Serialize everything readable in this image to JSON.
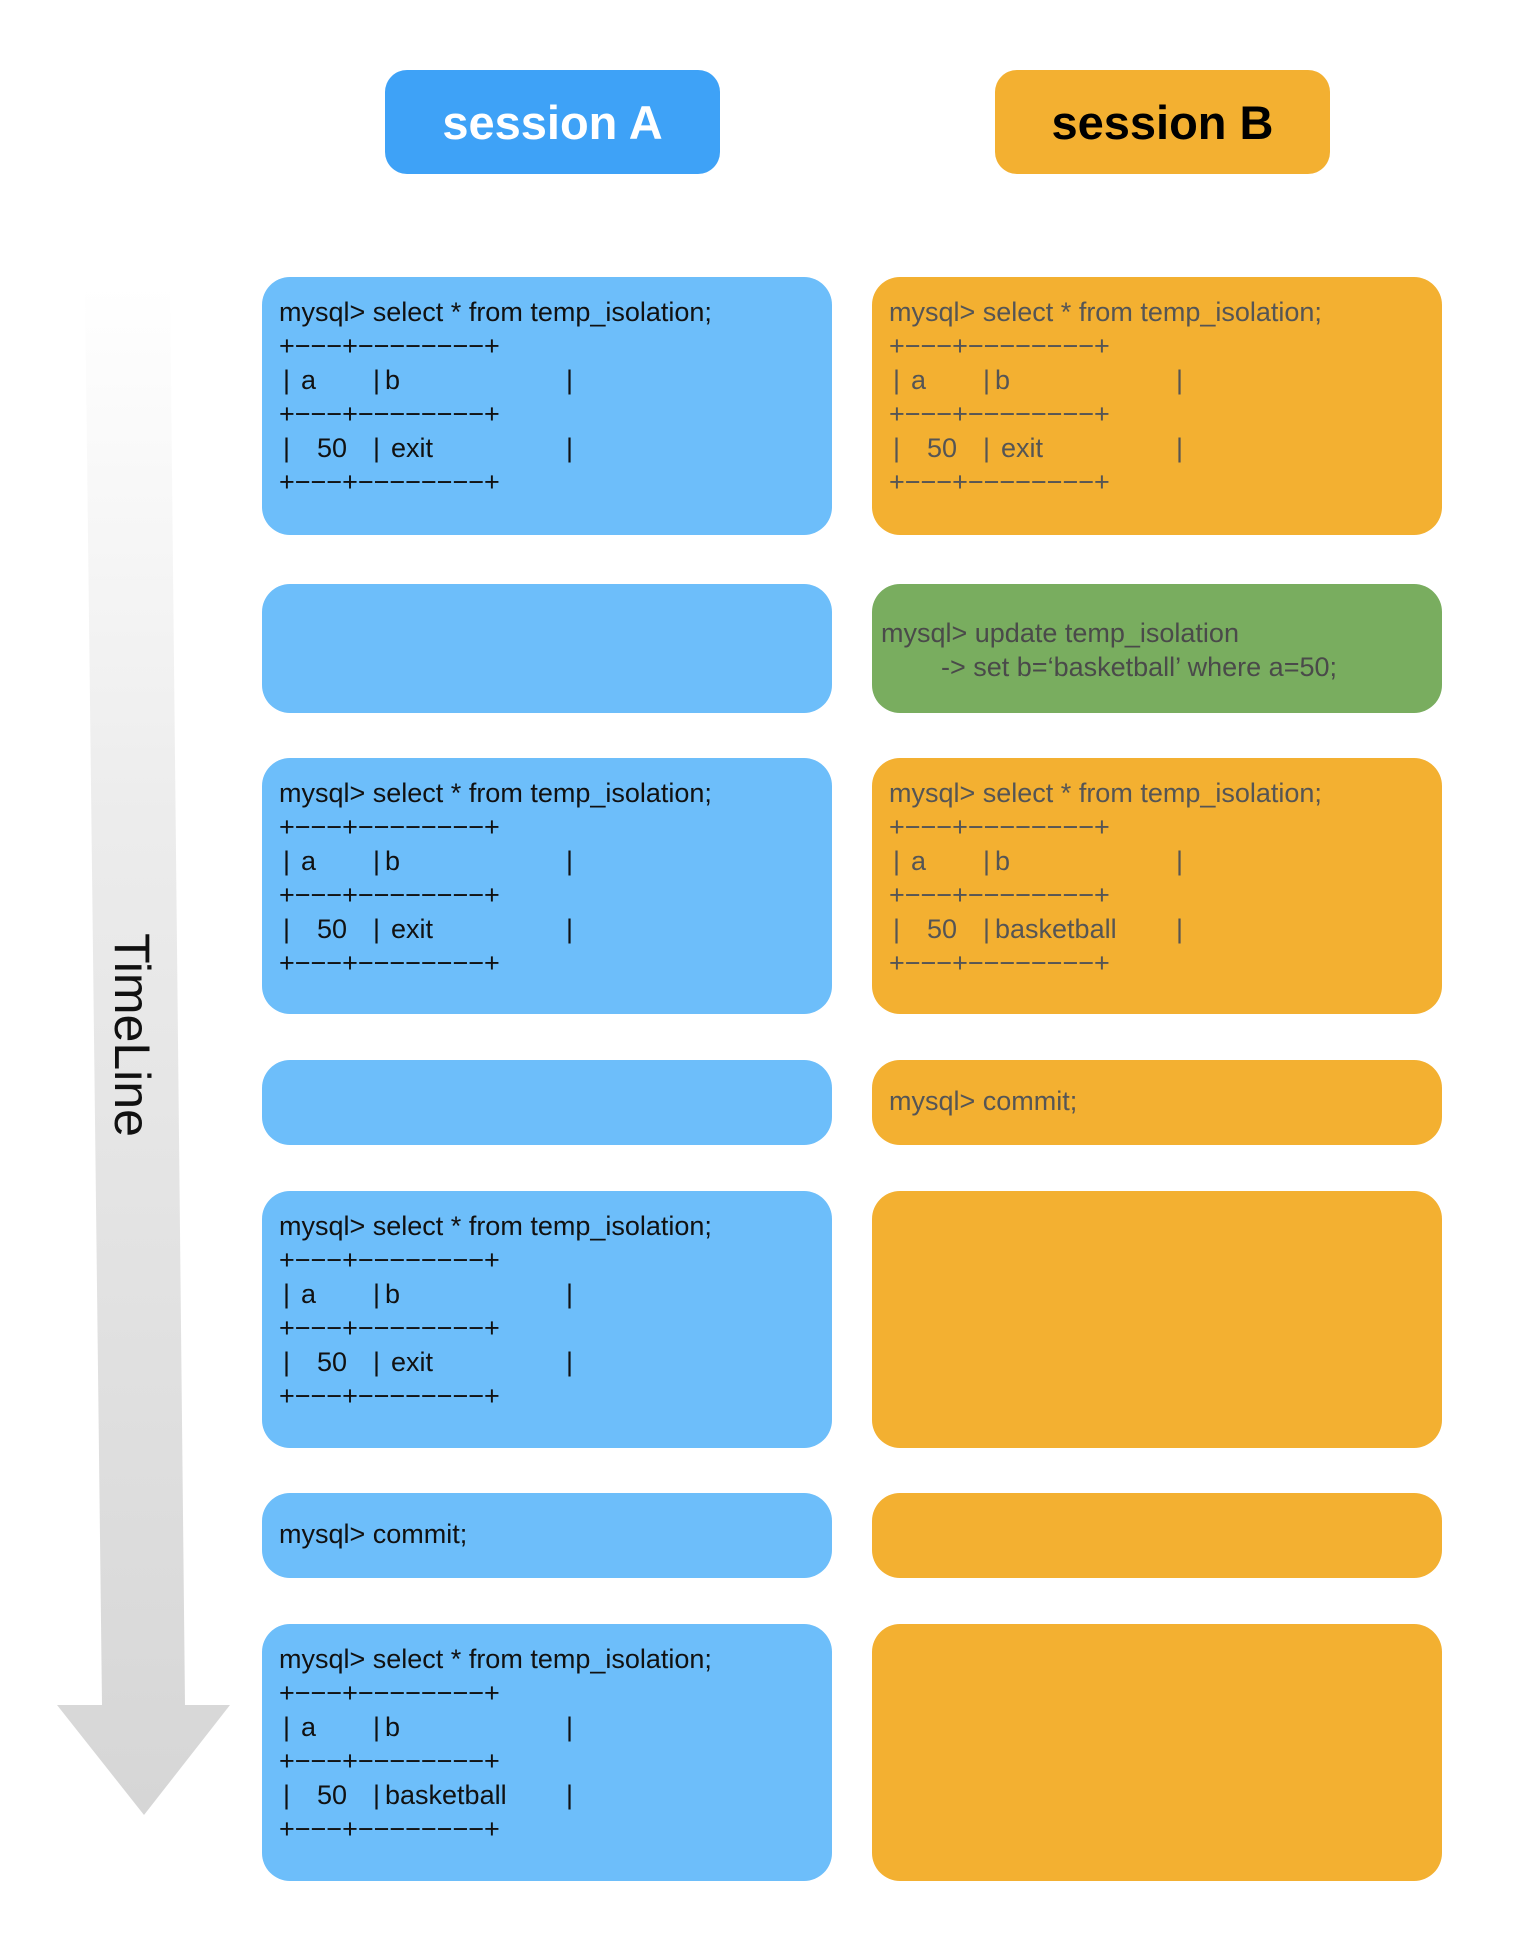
{
  "headers": {
    "session_a": "session A",
    "session_b": "session B"
  },
  "timeline_label": "TimeLine",
  "colors": {
    "session_a_header": "#3ea2f7",
    "session_a_box": "#6dbefa",
    "session_b": "#f3b031",
    "update_box": "#79ad5f",
    "arrow": "#dcdcdc"
  },
  "common": {
    "select_cmd": "mysql> select * from temp_isolation;",
    "border_line": "+−−−+−−−−−−−−+",
    "col_a": "a",
    "col_b": "b",
    "value_a": "50",
    "commit_cmd": "mysql> commit;"
  },
  "rows": [
    {
      "a_b": "exit",
      "b_b": "exit"
    },
    {
      "update_line1": "mysql> update temp_isolation",
      "update_line2": "    -> set b=‘basketball’ where a=50;"
    },
    {
      "a_b": "exit",
      "b_b": "basketball"
    },
    {},
    {
      "a_b": "exit"
    },
    {},
    {
      "a_b": "basketball"
    }
  ]
}
